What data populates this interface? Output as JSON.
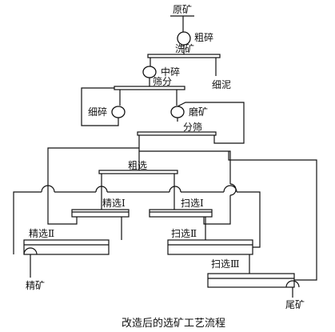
{
  "labels": {
    "ore": "原矿",
    "coarse_crush": "粗碎",
    "washing": "洗矿",
    "fine_slime": "细泥",
    "medium_crush": "中碎",
    "screening": "筛分",
    "fine_crush": "细碎",
    "grinding": "磨矿",
    "classifying": "分筛",
    "roughing": "粗选",
    "cleaning_1": "精选Ⅰ",
    "scavenging_1": "扫选Ⅰ",
    "cleaning_2": "精选Ⅱ",
    "scavenging_2": "扫选Ⅱ",
    "scavenging_3": "扫选Ⅲ",
    "concentrate": "精矿",
    "tailings": "尾矿"
  },
  "caption": "改造后的选矿工艺流程"
}
